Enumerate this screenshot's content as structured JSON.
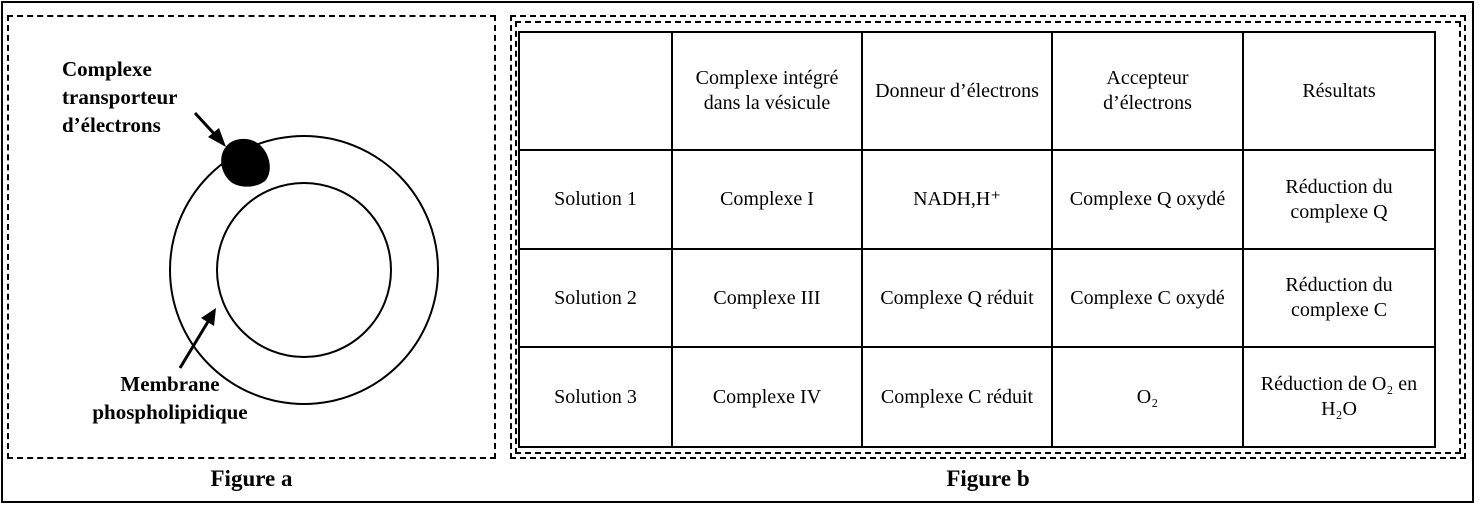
{
  "figure_a": {
    "caption": "Figure a",
    "label_complex": [
      "Complexe",
      "transporteur",
      "d’électrons"
    ],
    "label_membrane": [
      "Membrane",
      "phospholipidique"
    ]
  },
  "figure_b": {
    "caption": "Figure b",
    "headers": [
      "",
      "Complexe intégré dans la vésicule",
      "Donneur d’électrons",
      "Accepteur d’électrons",
      "Résultats"
    ],
    "rows": [
      {
        "solution": "Solution 1",
        "complexe": "Complexe I",
        "donneur": "NADH,H⁺",
        "accepteur": "Complexe Q oxydé",
        "resultat": "Réduction du complexe Q"
      },
      {
        "solution": "Solution 2",
        "complexe": "Complexe III",
        "donneur": "Complexe Q réduit",
        "accepteur": "Complexe C oxydé",
        "resultat": "Réduction du complexe C"
      },
      {
        "solution": "Solution 3",
        "complexe": "Complexe IV",
        "donneur": "Complexe C réduit",
        "accepteur": "O₂",
        "resultat": "Réduction de O₂ en H₂O"
      }
    ]
  }
}
